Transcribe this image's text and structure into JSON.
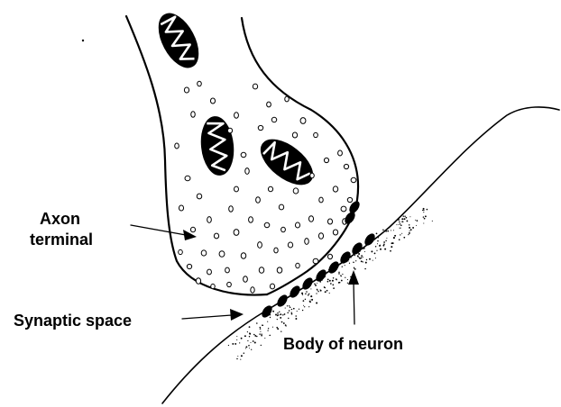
{
  "labels": {
    "axon_line1": "Axon",
    "axon_line2": "terminal",
    "synaptic_space": "Synaptic space",
    "body_of_neuron": "Body of neuron"
  },
  "colors": {
    "ink": "#000000",
    "background": "#ffffff"
  }
}
